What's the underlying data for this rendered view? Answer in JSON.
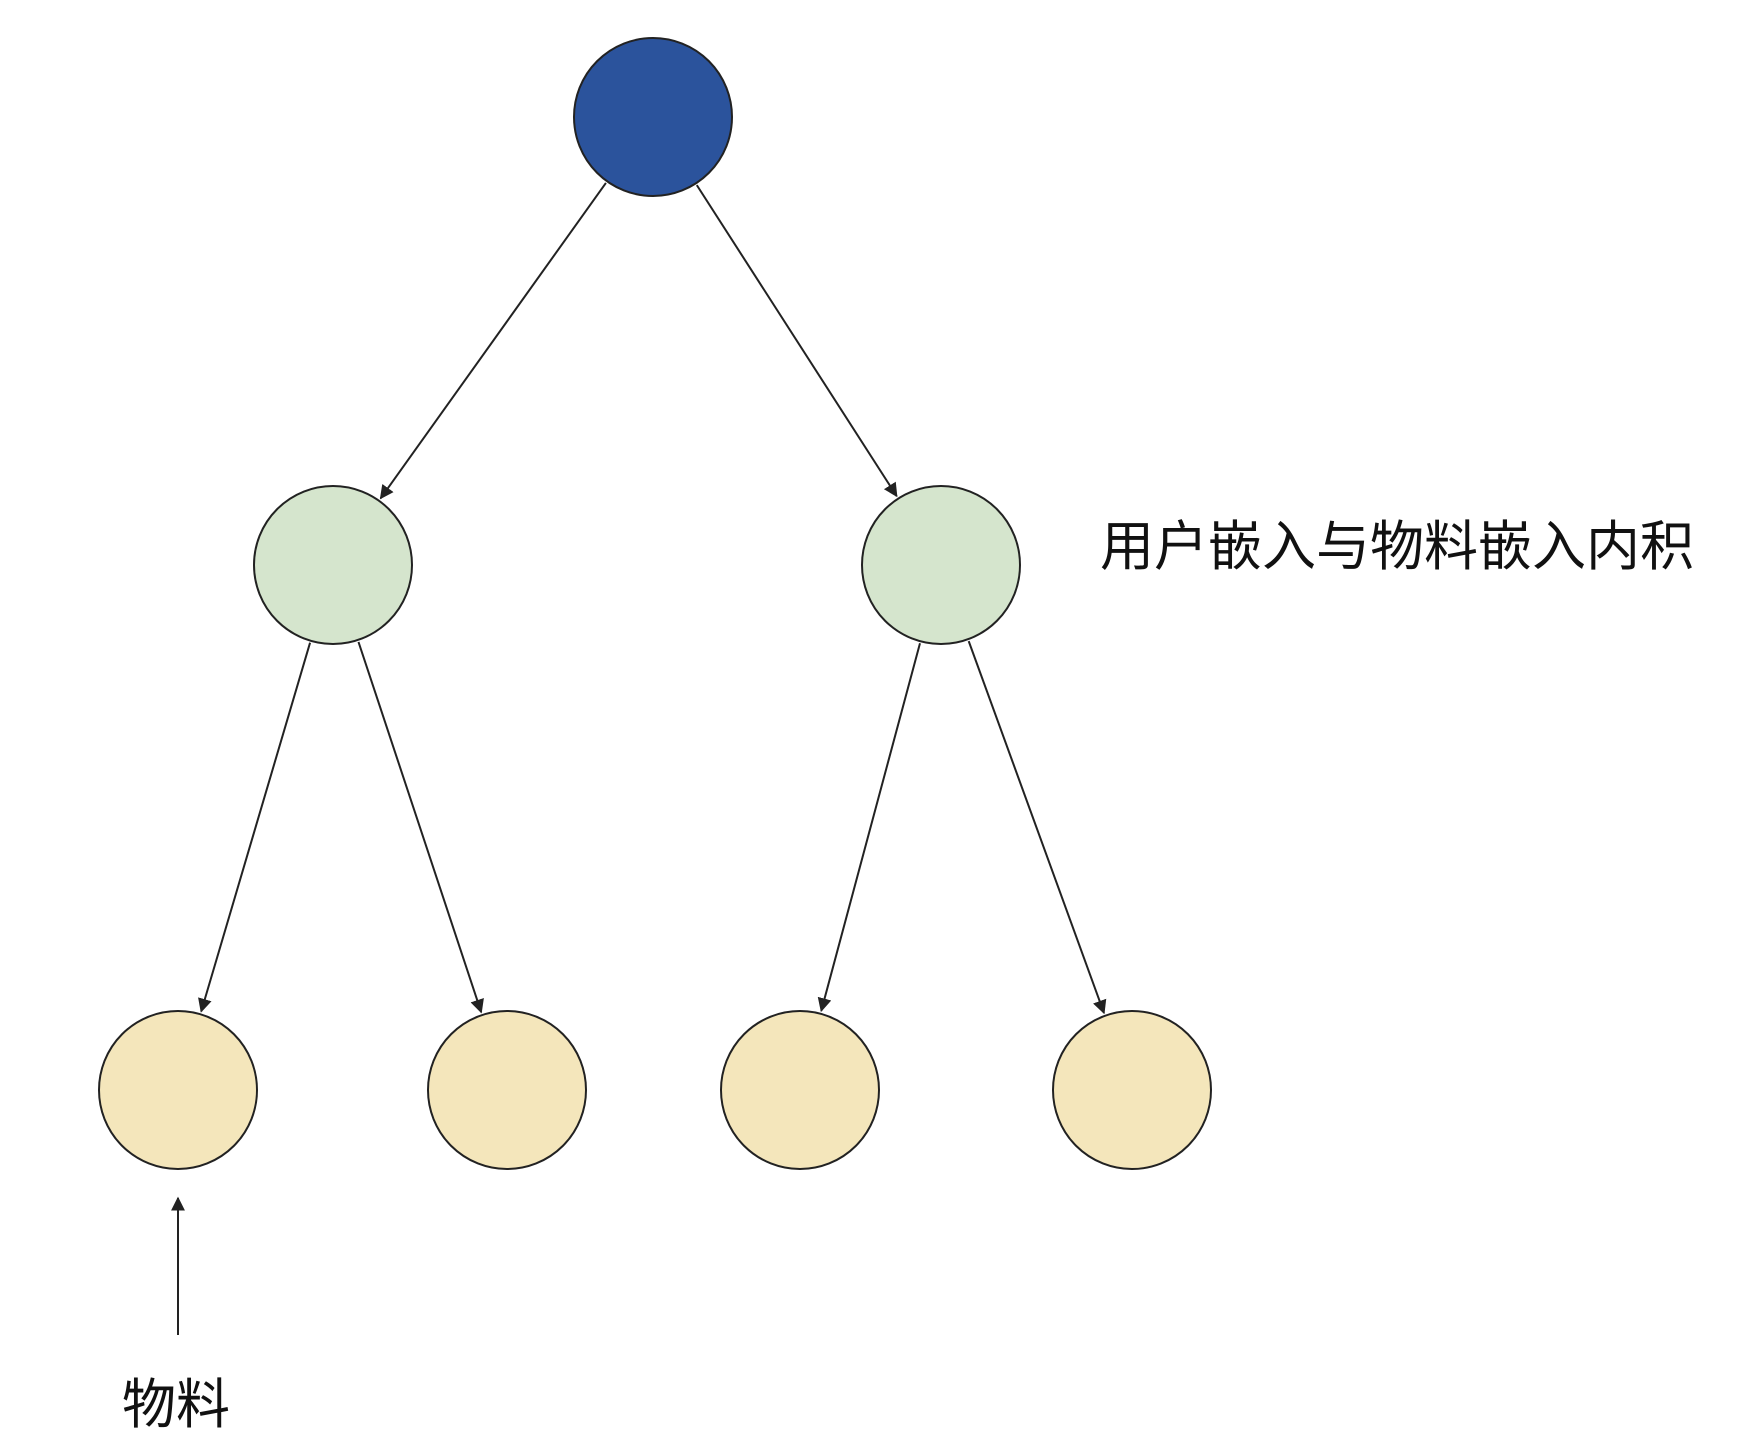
{
  "diagram": {
    "nodes": [
      {
        "id": "root",
        "level": 0,
        "fill": "#2b539c"
      },
      {
        "id": "mid-left",
        "level": 1,
        "fill": "#d5e5cd"
      },
      {
        "id": "mid-right",
        "level": 1,
        "fill": "#d5e5cd"
      },
      {
        "id": "leaf-1",
        "level": 2,
        "fill": "#f4e6bb"
      },
      {
        "id": "leaf-2",
        "level": 2,
        "fill": "#f4e6bb"
      },
      {
        "id": "leaf-3",
        "level": 2,
        "fill": "#f4e6bb"
      },
      {
        "id": "leaf-4",
        "level": 2,
        "fill": "#f4e6bb"
      }
    ],
    "edges": [
      {
        "from": "root",
        "to": "mid-left"
      },
      {
        "from": "root",
        "to": "mid-right"
      },
      {
        "from": "mid-left",
        "to": "leaf-1"
      },
      {
        "from": "mid-left",
        "to": "leaf-2"
      },
      {
        "from": "mid-right",
        "to": "leaf-3"
      },
      {
        "from": "mid-right",
        "to": "leaf-4"
      }
    ],
    "stroke_color": "#222222",
    "inner_product_label": "用户嵌入与物料嵌入内积",
    "item_label": "物料"
  }
}
